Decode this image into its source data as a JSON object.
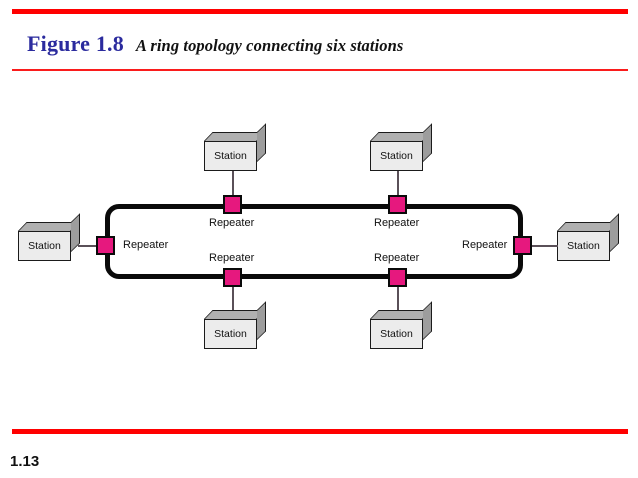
{
  "slide": {
    "figure_label": "Figure 1.8",
    "caption": "A ring topology connecting six stations",
    "page_number": "1.13",
    "accent_rule_color": "#ff0000",
    "figure_label_color": "#2b2b9e",
    "repeater_color": "#e6187e",
    "station_face_color": "#ececec",
    "ring_color": "#0a0a0a"
  },
  "diagram": {
    "type": "ring-topology",
    "station_count": 6,
    "repeater_count": 6,
    "stations": [
      {
        "label": "Station",
        "position": "top-left"
      },
      {
        "label": "Station",
        "position": "top-right"
      },
      {
        "label": "Station",
        "position": "left"
      },
      {
        "label": "Station",
        "position": "right"
      },
      {
        "label": "Station",
        "position": "bottom-left"
      },
      {
        "label": "Station",
        "position": "bottom-right"
      }
    ],
    "repeaters": [
      {
        "label": "Repeater",
        "position": "top-left"
      },
      {
        "label": "Repeater",
        "position": "top-right"
      },
      {
        "label": "Repeater",
        "position": "left"
      },
      {
        "label": "Repeater",
        "position": "right"
      },
      {
        "label": "Repeater",
        "position": "bottom-left"
      },
      {
        "label": "Repeater",
        "position": "bottom-right"
      }
    ]
  }
}
